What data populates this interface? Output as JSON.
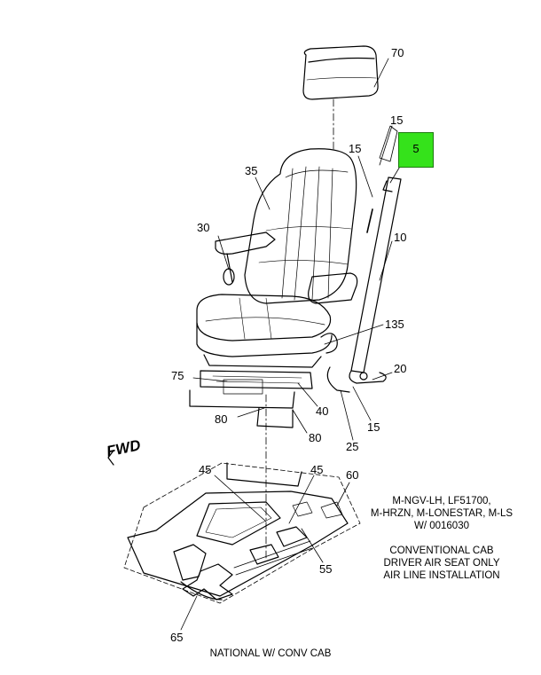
{
  "callouts": {
    "c70": "70",
    "c15a": "15",
    "c15b": "15",
    "c5": "5",
    "c35": "35",
    "c10": "10",
    "c30": "30",
    "c135": "135",
    "c75": "75",
    "c20": "20",
    "c40": "40",
    "c80a": "80",
    "c80b": "80",
    "c25": "25",
    "c15c": "15",
    "c45a": "45",
    "c45b": "45",
    "c60": "60",
    "c55": "55",
    "c65": "65"
  },
  "fwd_label": "FWD",
  "model_note": {
    "line1": "M-NGV-LH, LF51700,",
    "line2": "M-HRZN, M-LONESTAR, M-LS",
    "line3": "W/ 0016030"
  },
  "install_note": {
    "line1": "CONVENTIONAL CAB",
    "line2": "DRIVER AIR SEAT ONLY",
    "line3": "AIR LINE INSTALLATION"
  },
  "footer": "NATIONAL W/ CONV CAB",
  "colors": {
    "highlight": "#35e21b",
    "line": "#000000"
  }
}
